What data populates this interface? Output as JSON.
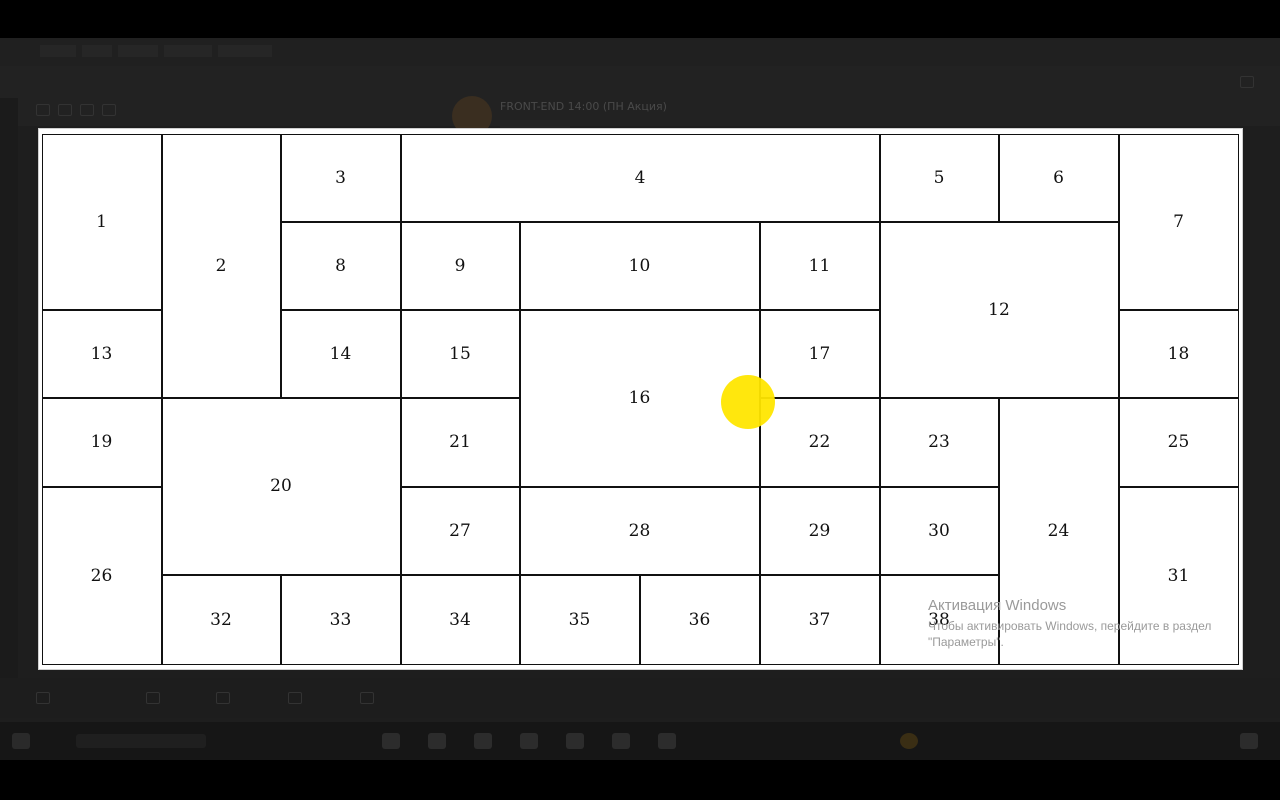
{
  "meeting": {
    "title": "FRONT-END 14:00 (ПН Акция)"
  },
  "whiteboard": {
    "cells": [
      {
        "label": "1"
      },
      {
        "label": "2"
      },
      {
        "label": "3"
      },
      {
        "label": "4"
      },
      {
        "label": "5"
      },
      {
        "label": "6"
      },
      {
        "label": "7"
      },
      {
        "label": "8"
      },
      {
        "label": "9"
      },
      {
        "label": "10"
      },
      {
        "label": "11"
      },
      {
        "label": "12"
      },
      {
        "label": "13"
      },
      {
        "label": "14"
      },
      {
        "label": "15"
      },
      {
        "label": "16"
      },
      {
        "label": "17"
      },
      {
        "label": "18"
      },
      {
        "label": "19"
      },
      {
        "label": "20"
      },
      {
        "label": "21"
      },
      {
        "label": "22"
      },
      {
        "label": "23"
      },
      {
        "label": "24"
      },
      {
        "label": "25"
      },
      {
        "label": "26"
      },
      {
        "label": "27"
      },
      {
        "label": "28"
      },
      {
        "label": "29"
      },
      {
        "label": "30"
      },
      {
        "label": "31"
      },
      {
        "label": "32"
      },
      {
        "label": "33"
      },
      {
        "label": "34"
      },
      {
        "label": "35"
      },
      {
        "label": "36"
      },
      {
        "label": "37"
      },
      {
        "label": "38"
      }
    ]
  },
  "watermark": {
    "title": "Активация Windows",
    "subtitle": "Чтобы активировать Windows, перейдите в раздел \"Параметры\"."
  },
  "colors": {
    "pointer": "#ffe600",
    "grid_line": "#111111",
    "board": "#ffffff",
    "screen_background": "#1e1e1e"
  },
  "icons": [
    "yellow-pointer-icon",
    "windows-start-icon"
  ]
}
